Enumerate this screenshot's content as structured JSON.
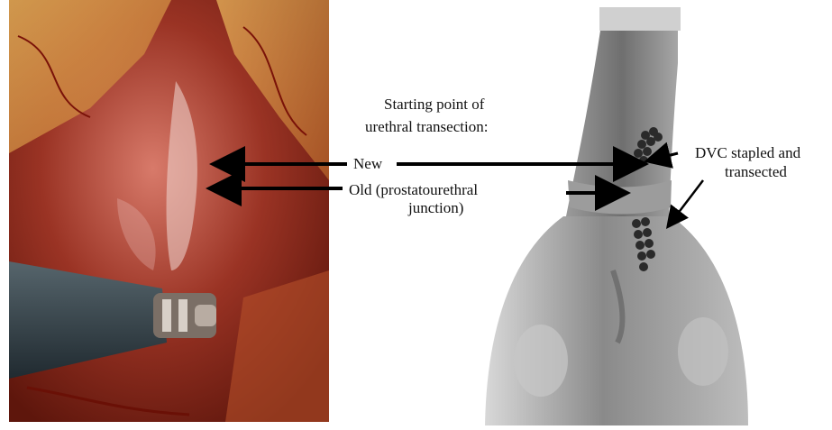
{
  "labels": {
    "heading_line1": "Starting point of",
    "heading_line2": "urethral transection:",
    "new": "New",
    "old_line1": "Old (prostatourethral",
    "old_line2": "junction)",
    "dvc_line1": "DVC stapled and",
    "dvc_line2": "transected"
  },
  "colors": {
    "arrow": "#000000",
    "tissue_red": "#8a2a1a",
    "fat_yellow": "#e0a040",
    "instrument": "#3a4a52",
    "drawing_gray": "#8c8c8c"
  }
}
